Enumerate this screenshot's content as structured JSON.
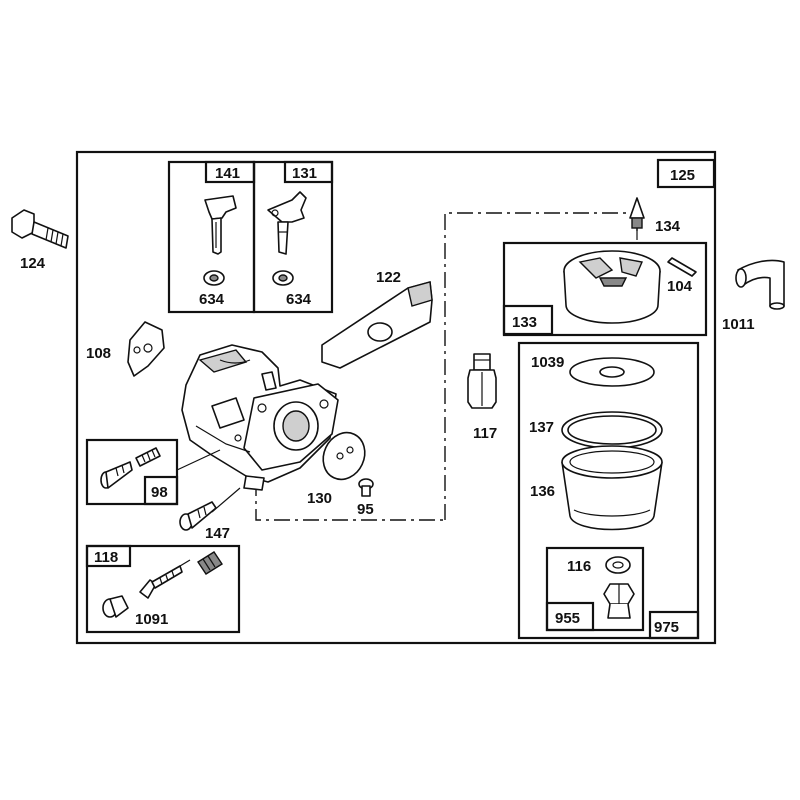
{
  "callouts": {
    "c141": "141",
    "c131": "131",
    "c125": "125",
    "c124": "124",
    "c634a": "634",
    "c634b": "634",
    "c122": "122",
    "c134": "134",
    "c104": "104",
    "c133": "133",
    "c1011": "1011",
    "c108": "108",
    "c1039": "1039",
    "c117": "117",
    "c137": "137",
    "c136": "136",
    "c98": "98",
    "c130": "130",
    "c95": "95",
    "c147": "147",
    "c118": "118",
    "c116": "116",
    "c1091": "1091",
    "c955": "955",
    "c975": "975"
  }
}
